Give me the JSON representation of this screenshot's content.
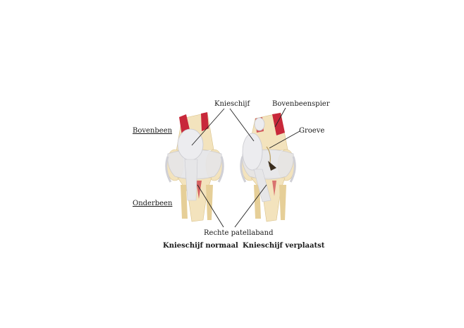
{
  "labels": {
    "knieschijf": "Knieschijf",
    "bovenbeenspier": "Bovenbeenspier",
    "groeve": "Groeve",
    "bovenbeen": "Bovenbeen",
    "onderbeen": "Onderbeen",
    "rechte_patellaband": "Rechte patellaband"
  },
  "captions": {
    "normal": "Knieschijf normaal",
    "displaced": "Knieschijf verplaatst"
  },
  "colors": {
    "bone": "#f3e3bd",
    "bone_shade": "#e6cf98",
    "muscle": "#c8283a",
    "ligament": "#e6e6e8",
    "ligament_shade": "#c9c9cf",
    "line": "#222222"
  }
}
